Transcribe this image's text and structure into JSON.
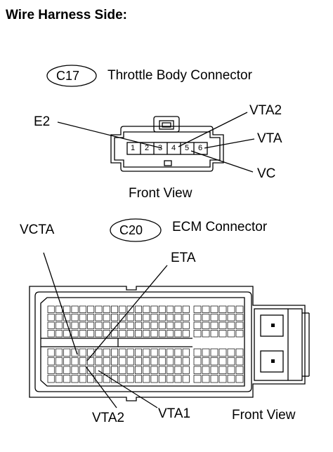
{
  "title": "Wire Harness Side:",
  "c17": {
    "code": "C17",
    "name": "Throttle Body Connector",
    "view": "Front View",
    "pins": [
      "1",
      "2",
      "3",
      "4",
      "5",
      "6"
    ],
    "labels": {
      "e2": "E2",
      "vta2": "VTA2",
      "vta": "VTA",
      "vc": "VC"
    }
  },
  "c20": {
    "code": "C20",
    "name": "ECM Connector",
    "view": "Front View",
    "labels": {
      "vcta": "VCTA",
      "eta": "ETA",
      "vta2": "VTA2",
      "vta1": "VTA1"
    }
  }
}
